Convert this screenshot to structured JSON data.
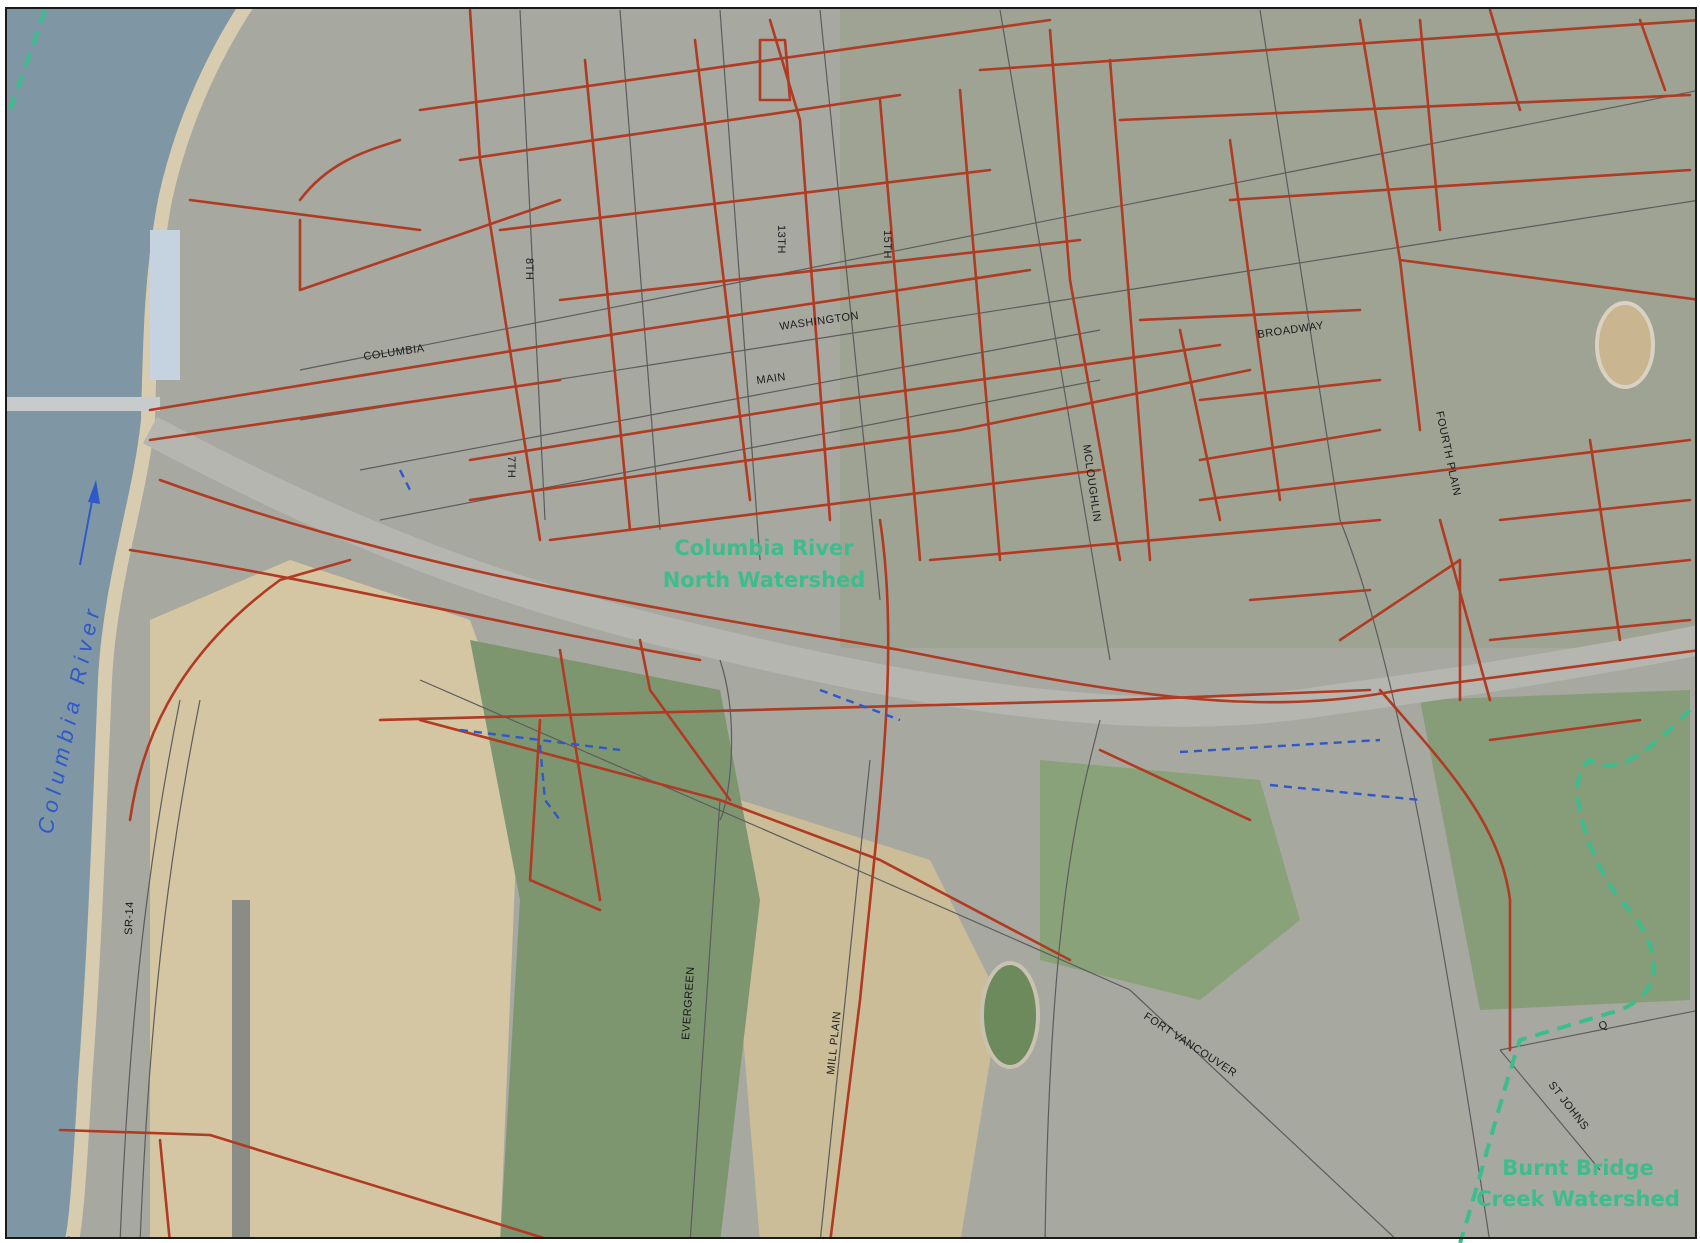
{
  "map": {
    "colors": {
      "water": "#7f97a4",
      "urban": "#a7a8a0",
      "vegetation": "#7d9670",
      "openfield": "#d4c6a2",
      "storm_pipe": "#b13a22",
      "ditch": "#2f58c9",
      "watershed_boundary": "#3dbd8e",
      "road": "#5c5c5c",
      "frame": "#1a1a1a"
    },
    "river_label": "Columbia River",
    "watersheds": {
      "north_line1": "Columbia River",
      "north_line2": "North Watershed",
      "burnt_line1": "Burnt Bridge",
      "burnt_line2": "Creek Watershed"
    },
    "streets": {
      "eighth": "8TH",
      "seventh": "7TH",
      "thirteenth": "13TH",
      "fifteenth": "15TH",
      "washington": "WASHINGTON",
      "main": "MAIN",
      "columbia": "COLUMBIA",
      "broadway": "BROADWAY",
      "mcloughlin": "MCLOUGHLIN",
      "fourth_plain": "FOURTH PLAIN",
      "sr14": "SR-14",
      "evergreen": "EVERGREEN",
      "mill_plain": "MILL PLAIN",
      "fort_vancouver": "FORT VANCOUVER",
      "st_johns": "ST JOHNS",
      "q": "Q"
    }
  }
}
